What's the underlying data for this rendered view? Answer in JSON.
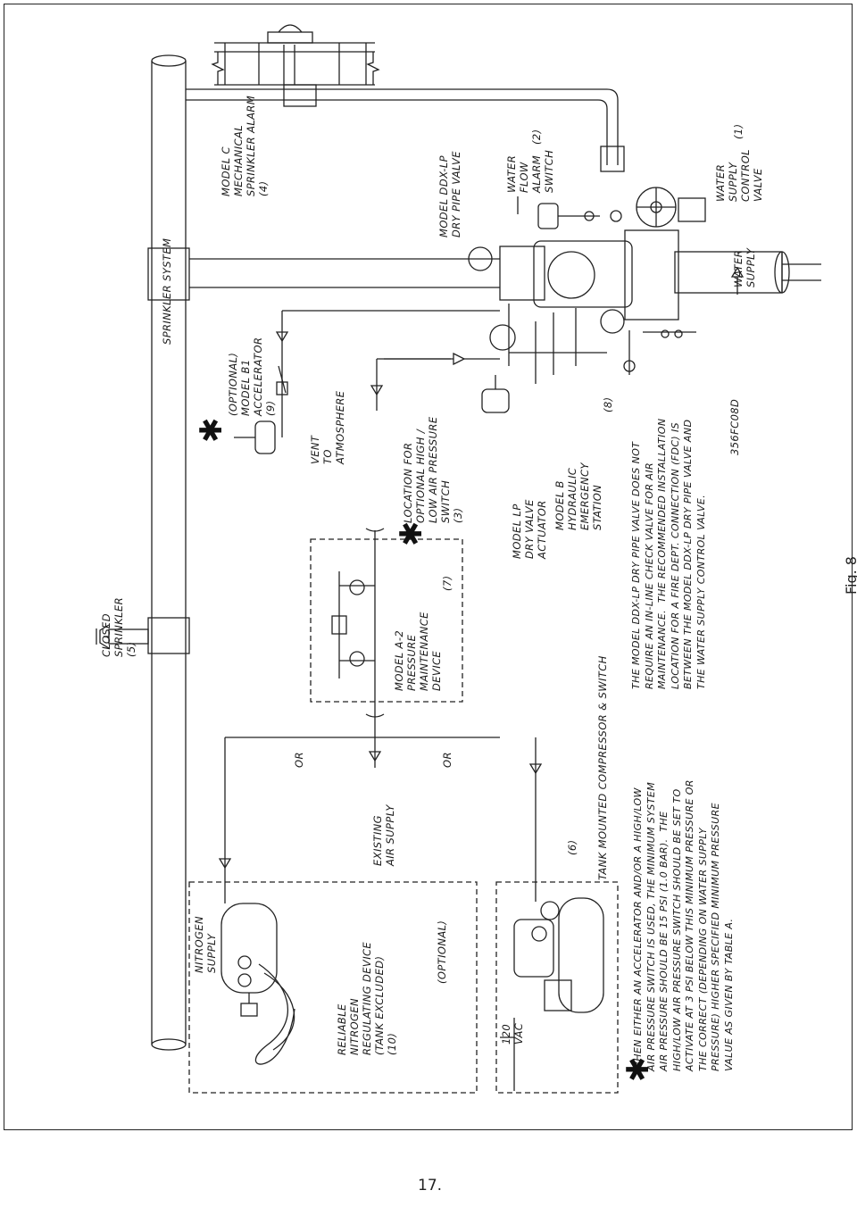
{
  "page_number": "17.",
  "figure_caption": "Fig. 8",
  "drawing_code": "356FC08D",
  "labels": {
    "sprinkler_system": "SPRINKLER SYSTEM",
    "closed_sprinkler": "CLOSED\nSPRINKLER\n(5)",
    "nitrogen_supply": "NITROGEN\nSUPPLY",
    "mechanical_alarm": "MODEL C\nMECHANICAL\nSPRINKLER ALARM\n(4)",
    "dry_pipe_valve": "MODEL DDX-LP\nDRY PIPE VALVE",
    "water_flow_switch": "WATER\nFLOW\nALARM\nSWITCH",
    "water_flow_num": "(2)",
    "water_supply_control": "WATER\nSUPPLY\nCONTROL\nVALVE",
    "water_supply_control_num": "(1)",
    "water_supply": "WATER\nSUPPLY",
    "accelerator": "(OPTIONAL)\nMODEL B1\nACCELERATOR\n(9)",
    "vent": "VENT\nTO\nATMOSPHERE",
    "low_air_switch": "LOCATION FOR\nOPTIONAL HIGH /\nLOW AIR PRESSURE\nSWITCH\n(3)",
    "actuator": "MODEL LP\nDRY VALVE\nACTUATOR",
    "emergency_station": "MODEL B\nHYDRAULIC\nEMERGENCY\nSTATION",
    "emergency_num": "(8)",
    "maintenance_device": "MODEL A-2\nPRESSURE\nMAINTENANCE\nDEVICE",
    "maintenance_num": "(7)",
    "or_1": "OR",
    "or_2": "OR",
    "existing_air": "EXISTING\nAIR SUPPLY",
    "nitrogen_device": "RELIABLE\nNITROGEN\nREGULATING DEVICE\n(TANK EXCLUDED)\n(10)",
    "optional": "(OPTIONAL)",
    "vac": "120\nVAC",
    "compressor_num": "(6)",
    "compressor": "TANK MOUNTED COMPRESSOR & SWITCH"
  },
  "notes": {
    "fdc_note": "THE MODEL DDX-LP DRY PIPE VALVE DOES NOT\nREQUIRE AN IN-LINE CHECK VALVE FOR AIR\nMAINTENANCE.  THE RECOMMENDED INSTALLATION\nLOCATION FOR A FIRE DEPT. CONNECTION (FDC) IS\nBETWEEN THE MODEL DDX-LP DRY PIPE VALVE AND\nTHE WATER SUPPLY CONTROL VALVE.",
    "pressure_note": "WHEN EITHER AN ACCELERATOR AND/OR A HIGH/LOW\nAIR PRESSURE SWITCH IS USED, THE MINIMUM SYSTEM\nAIR PRESSURE SHOULD BE 15 PSI (1.0 BAR).  THE\nHIGH/LOW AIR PRESSURE SWITCH SHOULD BE SET TO\nACTIVATE AT 3 PSI BELOW THIS MINIMUM PRESSURE OR\nTHE CORRECT (DEPENDING ON WATER SUPPLY\nPRESSURE) HIGHER SPECIFIED MINIMUM PRESSURE\nVALUE AS GIVEN BY TABLE A."
  },
  "icons": [
    "asterisk-icon",
    "sprinkler-head-icon",
    "nitrogen-cylinder-icon",
    "pressure-gauge-icon",
    "compressor-icon",
    "accelerator-icon",
    "alarm-gong-icon",
    "valve-handwheel-icon"
  ]
}
